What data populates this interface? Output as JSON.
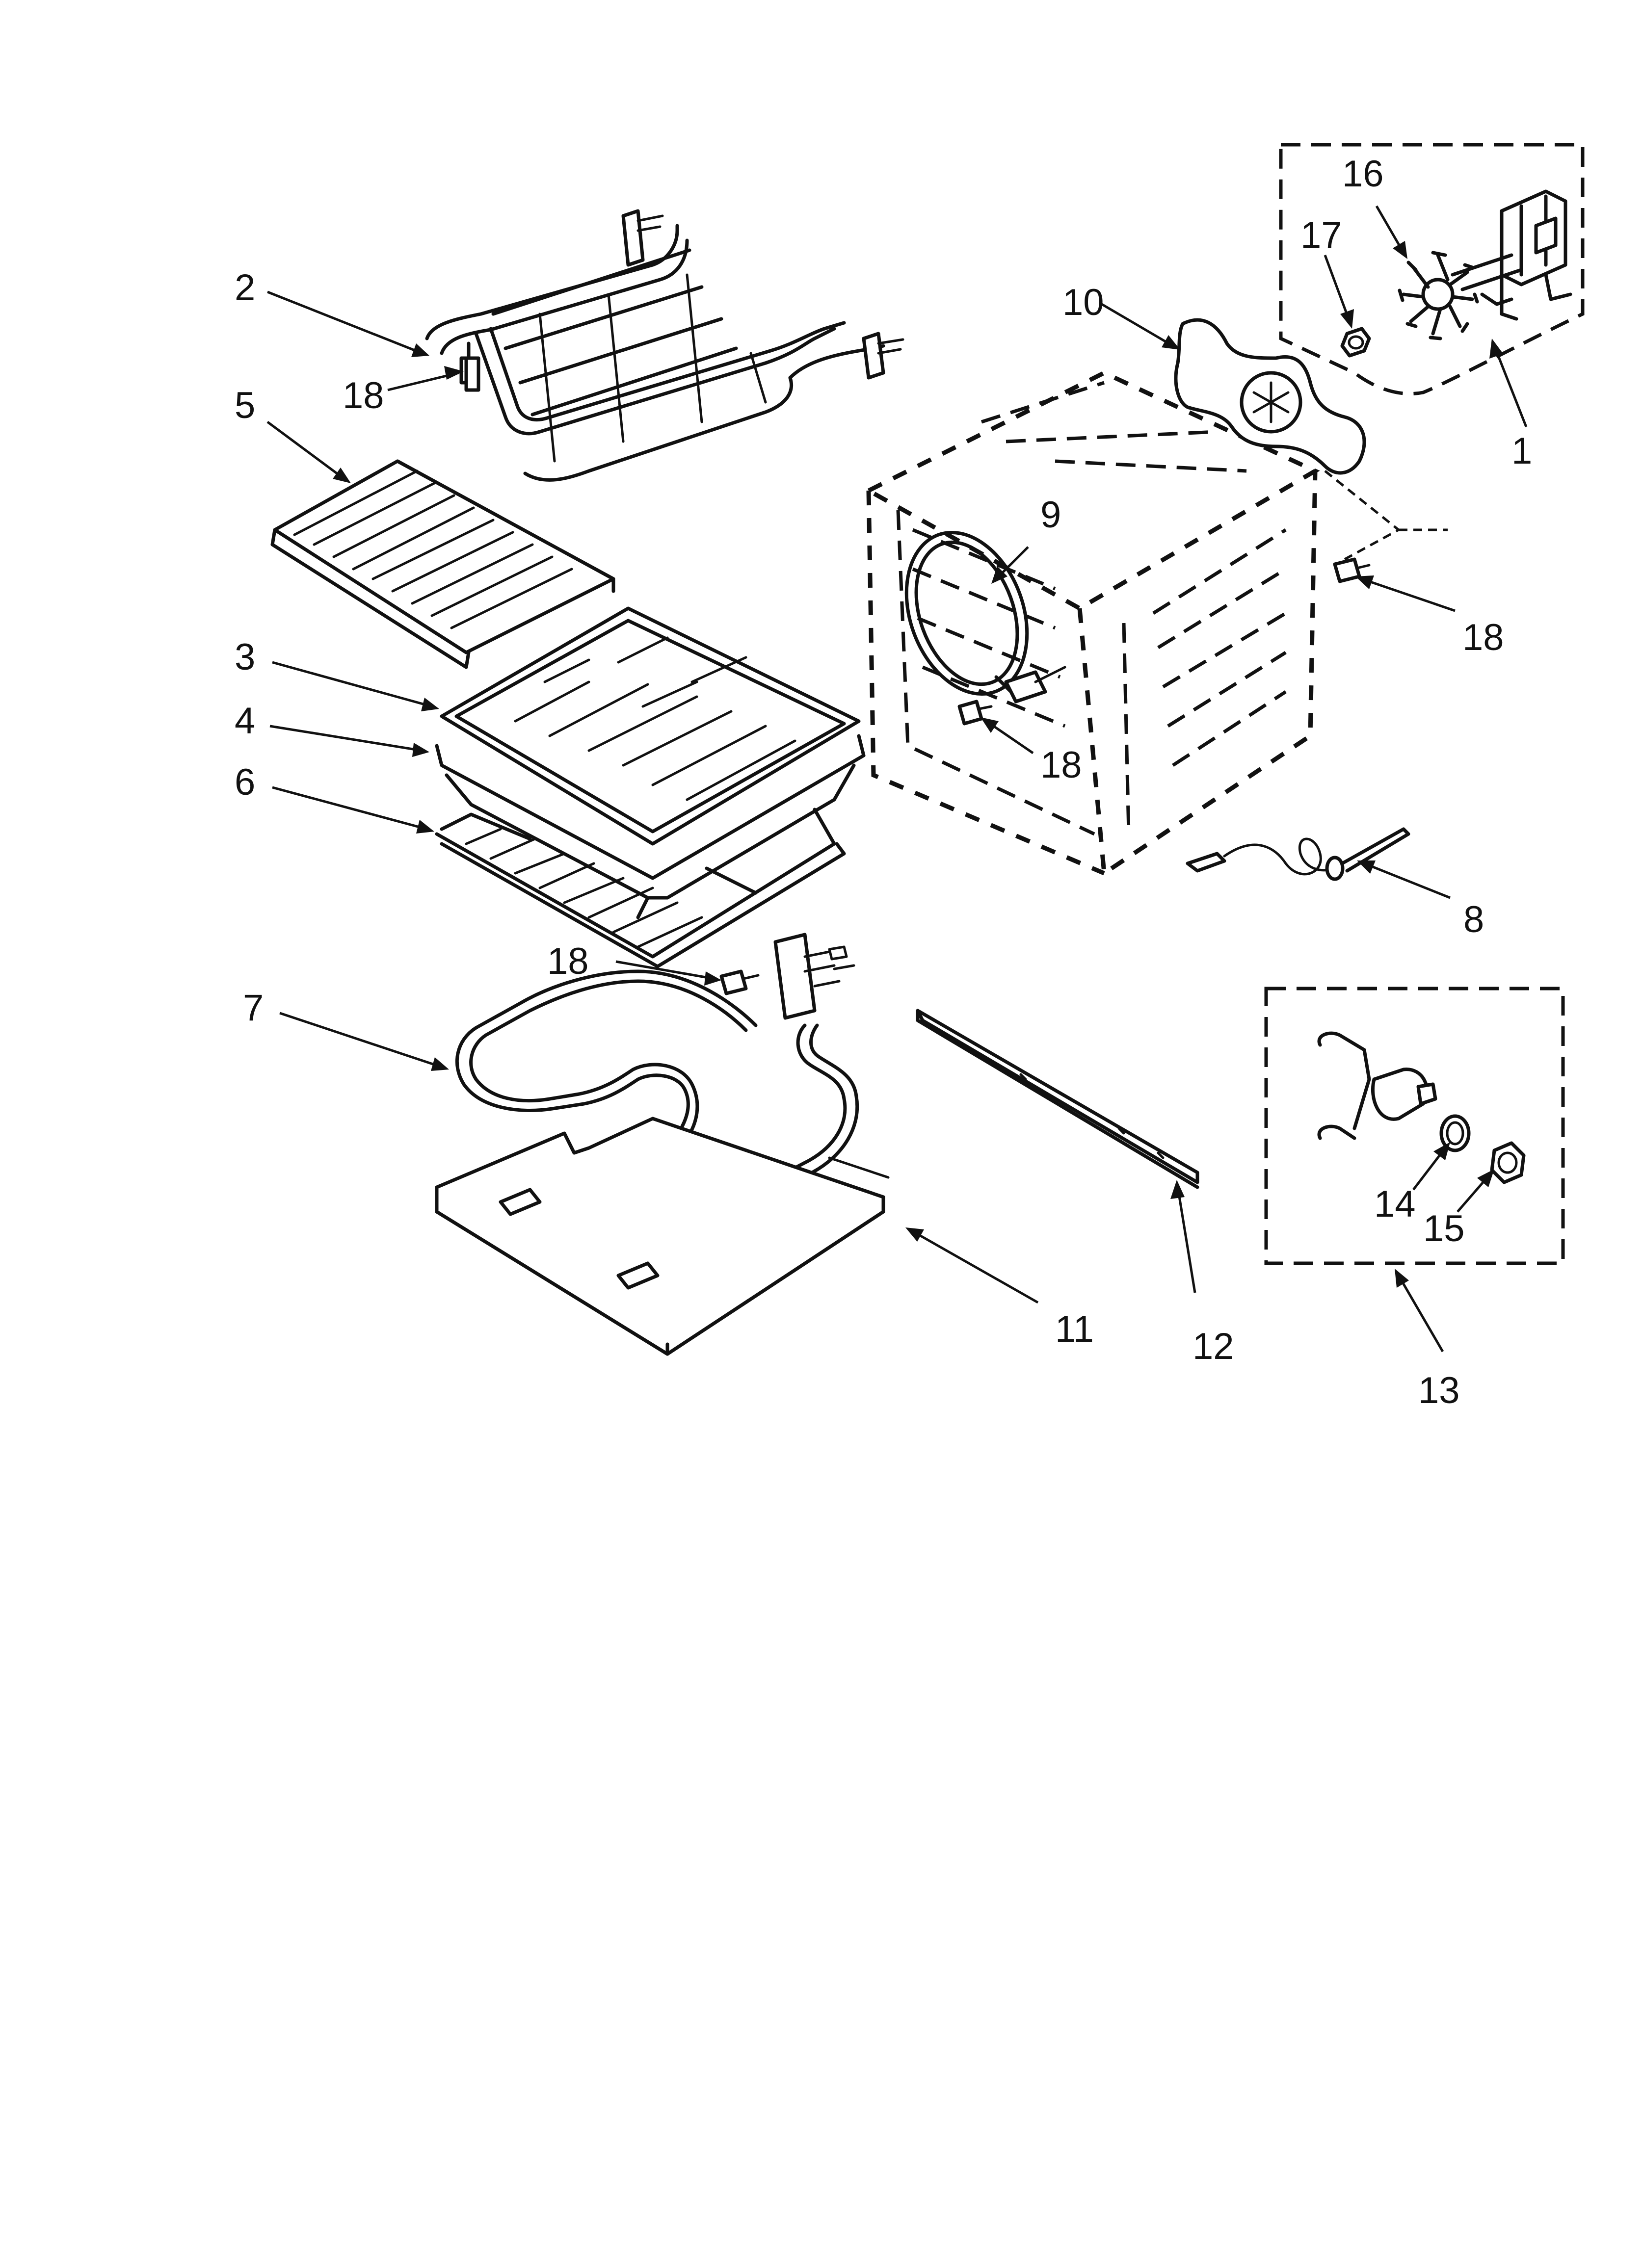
{
  "colors": {
    "ink": "#111111",
    "paper": "#ffffff"
  },
  "callouts": [
    {
      "id": "1",
      "label": "1"
    },
    {
      "id": "2",
      "label": "2"
    },
    {
      "id": "3",
      "label": "3"
    },
    {
      "id": "4",
      "label": "4"
    },
    {
      "id": "5",
      "label": "5"
    },
    {
      "id": "6",
      "label": "6"
    },
    {
      "id": "7",
      "label": "7"
    },
    {
      "id": "8",
      "label": "8"
    },
    {
      "id": "9",
      "label": "9"
    },
    {
      "id": "10",
      "label": "10"
    },
    {
      "id": "11",
      "label": "11"
    },
    {
      "id": "12",
      "label": "12"
    },
    {
      "id": "13",
      "label": "13"
    },
    {
      "id": "14",
      "label": "14"
    },
    {
      "id": "15",
      "label": "15"
    },
    {
      "id": "16",
      "label": "16"
    },
    {
      "id": "17",
      "label": "17"
    },
    {
      "id": "18a",
      "label": "18"
    },
    {
      "id": "18b",
      "label": "18"
    },
    {
      "id": "18c",
      "label": "18"
    },
    {
      "id": "18d",
      "label": "18"
    }
  ]
}
